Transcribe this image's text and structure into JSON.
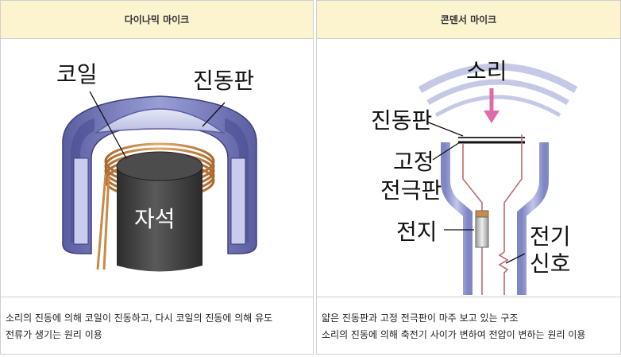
{
  "columns": [
    {
      "header": "다이나믹 마이크",
      "labels": {
        "coil": "코일",
        "diaphragm": "진동판",
        "magnet": "자석"
      },
      "caption_lines": [
        "소리의 진동에 의해 코일이 진동하고, 다시 코일의 진동에 의해 유도",
        "전류가 생기는 원리 이용"
      ]
    },
    {
      "header": "콘덴서 마이크",
      "labels": {
        "sound": "소리",
        "diaphragm": "진동판",
        "fixed_line1": "고정",
        "fixed_line2": "전극판",
        "battery": "전지",
        "signal_line1": "전기",
        "signal_line2": "신호"
      },
      "caption_lines": [
        "얇은 진동판과 고정 전극판이 마주 보고 있는 구조",
        "소리의 진동에 의해 축전기 사이가 변하여 전압이 변하는 원리 이용"
      ]
    }
  ],
  "colors": {
    "header_bg": "#fbf4cf",
    "housing_blue": "#7478b8",
    "coil_orange": "#c98a4a",
    "magnet_dark": "#3f3f3f",
    "sound_arrow": "#e06aa8"
  }
}
